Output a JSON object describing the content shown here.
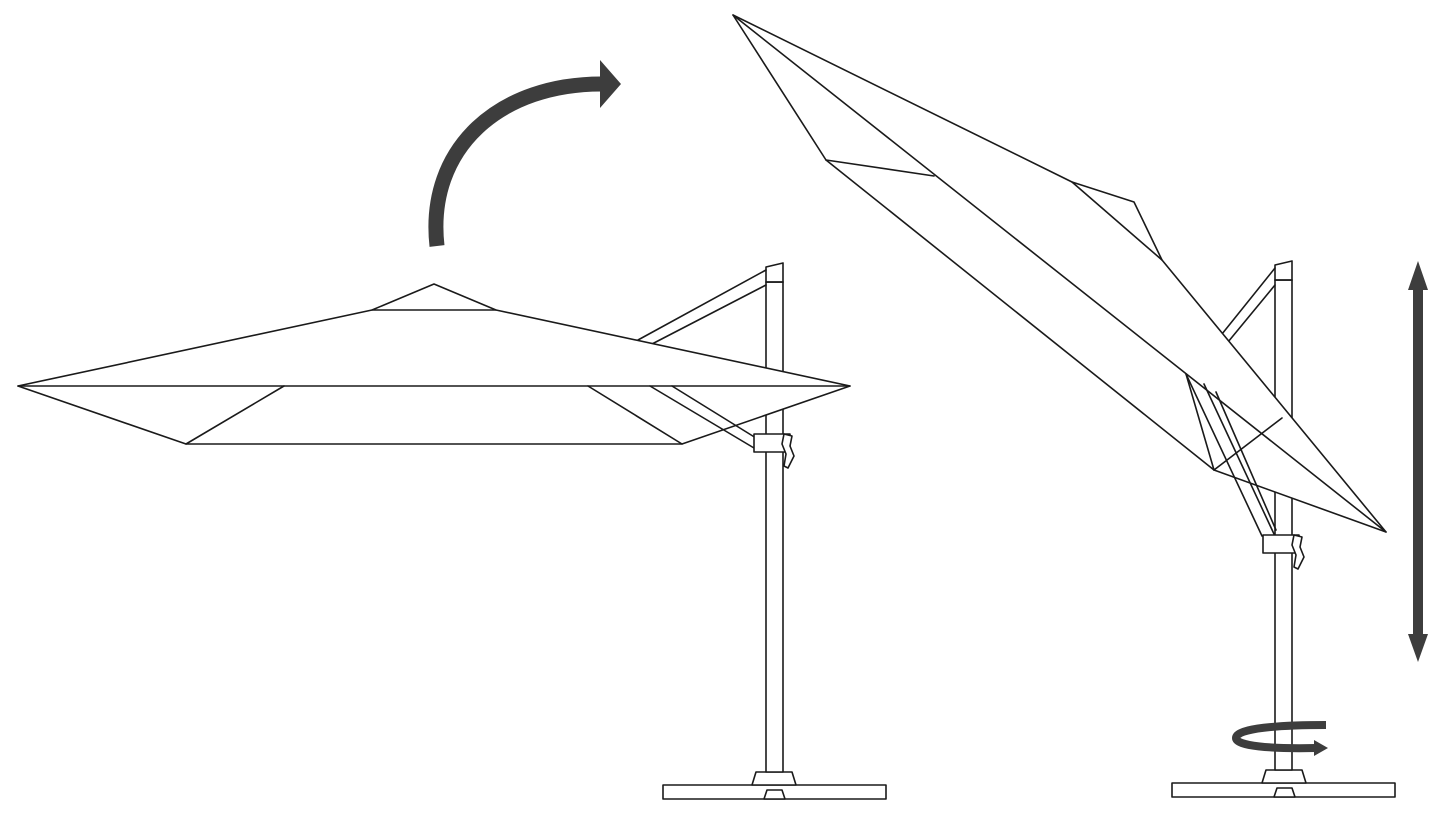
{
  "diagram": {
    "colors": {
      "line": "#1a1a1a",
      "arrow": "#3d3d3d",
      "background": "#ffffff"
    },
    "figures": [
      {
        "id": "umbrella-horizontal",
        "canopy": "open-flat"
      },
      {
        "id": "umbrella-tilted",
        "canopy": "tilted"
      }
    ],
    "arrows": [
      {
        "id": "tilt-arrow",
        "icon": "curved-arrow-icon"
      },
      {
        "id": "height-arrow",
        "icon": "double-vertical-arrow-icon"
      },
      {
        "id": "rotate-arrow",
        "icon": "rotate-arrow-icon"
      }
    ]
  }
}
